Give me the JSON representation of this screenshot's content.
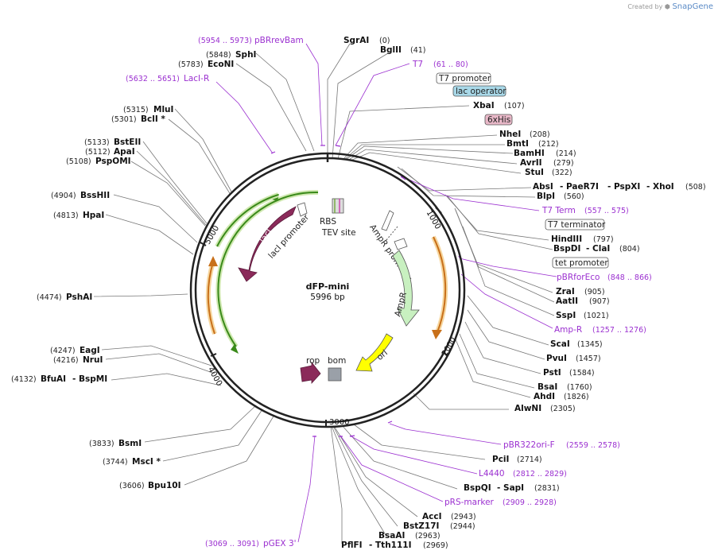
{
  "branding": {
    "created_by": "Created by",
    "app": "SnapGene"
  },
  "plasmid": {
    "name": "dFP-mini",
    "length": "5996 bp"
  },
  "ticks": [
    "1000",
    "2000",
    "3000",
    "4000",
    "5000"
  ],
  "enzymes": [
    {
      "name": "SgrAI",
      "pos": "(0)"
    },
    {
      "name": "BglII",
      "pos": "(41)"
    },
    {
      "name": "XbaI",
      "pos": "(107)"
    },
    {
      "name": "NheI",
      "pos": "(208)"
    },
    {
      "name": "BmtI",
      "pos": "(212)"
    },
    {
      "name": "BamHI",
      "pos": "(214)"
    },
    {
      "name": "AvrII",
      "pos": "(279)"
    },
    {
      "name": "StuI",
      "pos": "(322)"
    },
    {
      "name": "AbsI",
      "sep1": "- PaeR7I",
      "sep2": "- PspXI",
      "sep3": "- XhoI",
      "pos": "(508)"
    },
    {
      "name": "BlpI",
      "pos": "(560)"
    },
    {
      "name": "HindIII",
      "pos": "(797)"
    },
    {
      "name": "BspDI",
      "sep1": "- ClaI",
      "pos": "(804)"
    },
    {
      "name": "ZraI",
      "pos": "(905)"
    },
    {
      "name": "AatII",
      "pos": "(907)"
    },
    {
      "name": "SspI",
      "pos": "(1021)"
    },
    {
      "name": "ScaI",
      "pos": "(1345)"
    },
    {
      "name": "PvuI",
      "pos": "(1457)"
    },
    {
      "name": "PstI",
      "pos": "(1584)"
    },
    {
      "name": "BsaI",
      "pos": "(1760)"
    },
    {
      "name": "AhdI",
      "pos": "(1826)"
    },
    {
      "name": "AlwNI",
      "pos": "(2305)"
    },
    {
      "name": "PciI",
      "pos": "(2714)"
    },
    {
      "name": "BspQI",
      "sep1": "- SapI",
      "pos": "(2831)"
    },
    {
      "name": "AccI",
      "pos": "(2943)"
    },
    {
      "name": "BstZ17I",
      "pos": "(2944)"
    },
    {
      "name": "BsaAI",
      "pos": "(2963)"
    },
    {
      "name": "PflFI",
      "sep1": "- Tth111I",
      "pos": "(2969)"
    },
    {
      "name": "Bpu10I",
      "pos": "(3606)"
    },
    {
      "name": "MscI *",
      "pos": "(3744)"
    },
    {
      "name": "BsmI",
      "pos": "(3833)"
    },
    {
      "name": "BfuAI",
      "sep1": "- BspMI",
      "pos": "(4132)"
    },
    {
      "name": "NruI",
      "pos": "(4216)"
    },
    {
      "name": "EagI",
      "pos": "(4247)"
    },
    {
      "name": "PshAI",
      "pos": "(4474)"
    },
    {
      "name": "HpaI",
      "pos": "(4813)"
    },
    {
      "name": "BssHII",
      "pos": "(4904)"
    },
    {
      "name": "PspOMI",
      "pos": "(5108)"
    },
    {
      "name": "ApaI",
      "pos": "(5112)"
    },
    {
      "name": "BstEII",
      "pos": "(5133)"
    },
    {
      "name": "BclI *",
      "pos": "(5301)"
    },
    {
      "name": "MluI",
      "pos": "(5315)"
    },
    {
      "name": "EcoNI",
      "pos": "(5783)"
    },
    {
      "name": "SphI",
      "pos": "(5848)"
    }
  ],
  "primers": [
    {
      "name": "pBRrevBam",
      "range": "(5954 .. 5973)"
    },
    {
      "name": "T7",
      "range": "(61 .. 80)"
    },
    {
      "name": "LacI-R",
      "range": "(5632 .. 5651)"
    },
    {
      "name": "T7 Term",
      "range": "(557 .. 575)"
    },
    {
      "name": "pBRforEco",
      "range": "(848 .. 866)"
    },
    {
      "name": "Amp-R",
      "range": "(1257 .. 1276)"
    },
    {
      "name": "pBR322ori-F",
      "range": "(2559 .. 2578)"
    },
    {
      "name": "L4440",
      "range": "(2812 .. 2829)"
    },
    {
      "name": "pRS-marker",
      "range": "(2909 .. 2928)"
    },
    {
      "name": "pGEX 3'",
      "range": "(3069 .. 3091)"
    }
  ],
  "boxed_features": [
    {
      "name": "T7 promoter",
      "color": "#ffffff"
    },
    {
      "name": "lac operator",
      "color": "#a8d8e8"
    },
    {
      "name": "6xHis",
      "color": "#e8b8c8"
    },
    {
      "name": "T7 terminator",
      "color": "#ffffff"
    },
    {
      "name": "tet promoter",
      "color": "#ffffff"
    }
  ],
  "inner_features": {
    "rbs": "RBS",
    "tev": "TEV site",
    "ampr_promoter": "AmpR promoter",
    "ampr": "AmpR",
    "ori": "ori",
    "rop": "rop",
    "bom": "bom",
    "laci": "lacI",
    "laci_promoter": "lacI promoter"
  },
  "colors": {
    "laci": "#8b2a5a",
    "ampr": "#c8f0c0",
    "ori": "#ffff00",
    "rop": "#8b2a5a",
    "bom": "#9aa0a8",
    "orf_green": "#3a8a1a",
    "orf_orange": "#c8701a",
    "primer": "#9b30d0"
  }
}
